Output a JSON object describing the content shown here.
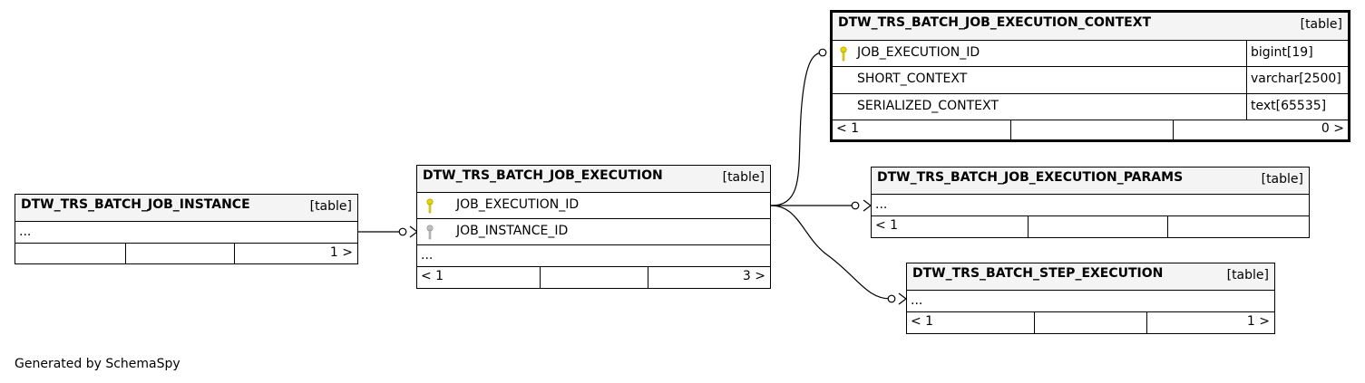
{
  "tables": {
    "context": {
      "name": "DTW_TRS_BATCH_JOB_EXECUTION_CONTEXT",
      "kind": "[table]",
      "columns": [
        {
          "name": "JOB_EXECUTION_ID",
          "type": "bigint[19]",
          "key": "primary"
        },
        {
          "name": "SHORT_CONTEXT",
          "type": "varchar[2500]"
        },
        {
          "name": "SERIALIZED_CONTEXT",
          "type": "text[65535]"
        }
      ],
      "footer": {
        "parents": "< 1",
        "children": "0 >"
      }
    },
    "instance": {
      "name": "DTW_TRS_BATCH_JOB_INSTANCE",
      "kind": "[table]",
      "more": "...",
      "footer": {
        "parents": "",
        "children": "1 >"
      }
    },
    "execution": {
      "name": "DTW_TRS_BATCH_JOB_EXECUTION",
      "kind": "[table]",
      "columns": [
        {
          "name": "JOB_EXECUTION_ID",
          "key": "primary"
        },
        {
          "name": "JOB_INSTANCE_ID",
          "key": "foreign"
        }
      ],
      "more": "...",
      "footer": {
        "parents": "< 1",
        "children": "3 >"
      }
    },
    "params": {
      "name": "DTW_TRS_BATCH_JOB_EXECUTION_PARAMS",
      "kind": "[table]",
      "more": "...",
      "footer": {
        "parents": "< 1",
        "children": ""
      }
    },
    "step": {
      "name": "DTW_TRS_BATCH_STEP_EXECUTION",
      "kind": "[table]",
      "more": "...",
      "footer": {
        "parents": "< 1",
        "children": "1 >"
      }
    }
  },
  "icons": {
    "primary_key": "key-icon-gold",
    "foreign_key": "key-icon-gray"
  },
  "colors": {
    "header_bg": "#f4f4f4",
    "primary_key": "#e6d600",
    "foreign_key": "#bfbfbf"
  },
  "caption": "Generated by SchemaSpy"
}
